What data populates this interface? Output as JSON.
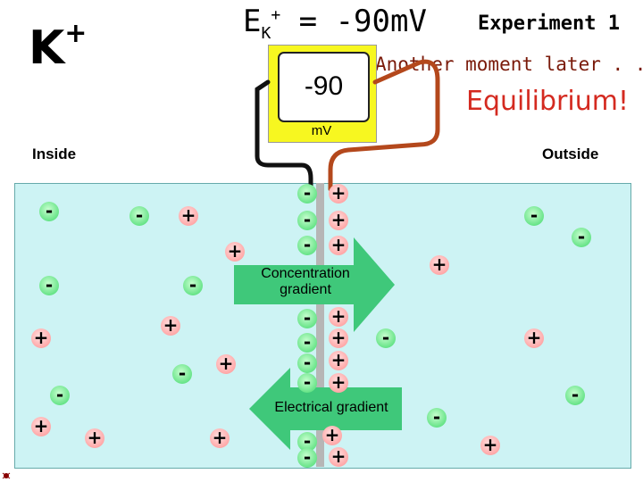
{
  "header": {
    "ion_symbol": "K",
    "ion_charge": "+",
    "equation_prefix": "E",
    "equation_sub": "K",
    "equation_sup": "+",
    "equation_value": " = -90mV",
    "experiment": "Experiment 1",
    "moment_text": "Another moment later . . .",
    "status": "Equilibrium!"
  },
  "voltmeter": {
    "reading": "-90",
    "unit": "mV"
  },
  "labels": {
    "inside": "Inside",
    "outside": "Outside",
    "concentration": "Concentration gradient",
    "electrical": "Electrical gradient"
  },
  "colors": {
    "solution": "#cdf3f4",
    "membrane": "#b6b6b6",
    "arrow": "#3fc87a",
    "negative_ion": "#3fd86a",
    "positive_ion": "#ff8f8f",
    "voltmeter_body": "#f7f720",
    "equilibrium_text": "#d42a20",
    "wire_black": "#111111",
    "wire_brown": "#b4481c"
  },
  "ions": [
    {
      "sign": "-"
    },
    {
      "sign": "-"
    },
    {
      "sign": "+"
    },
    {
      "sign": "+"
    },
    {
      "sign": "-"
    },
    {
      "sign": "-"
    },
    {
      "sign": "+"
    },
    {
      "sign": "+"
    },
    {
      "sign": "-"
    },
    {
      "sign": "+"
    },
    {
      "sign": "-"
    },
    {
      "sign": "+"
    },
    {
      "sign": "+"
    },
    {
      "sign": "+"
    },
    {
      "sign": "-"
    },
    {
      "sign": "+"
    },
    {
      "sign": "-"
    },
    {
      "sign": "+"
    },
    {
      "sign": "-"
    },
    {
      "sign": "+"
    },
    {
      "sign": "-"
    },
    {
      "sign": "+"
    },
    {
      "sign": "-"
    },
    {
      "sign": "+"
    },
    {
      "sign": "-"
    },
    {
      "sign": "+"
    },
    {
      "sign": "-"
    },
    {
      "sign": "+"
    },
    {
      "sign": "-"
    },
    {
      "sign": "+"
    },
    {
      "sign": "-"
    },
    {
      "sign": "+"
    },
    {
      "sign": "-"
    },
    {
      "sign": "+"
    },
    {
      "sign": "-"
    },
    {
      "sign": "-"
    },
    {
      "sign": "+"
    },
    {
      "sign": "-"
    },
    {
      "sign": "+"
    },
    {
      "sign": "-"
    }
  ]
}
